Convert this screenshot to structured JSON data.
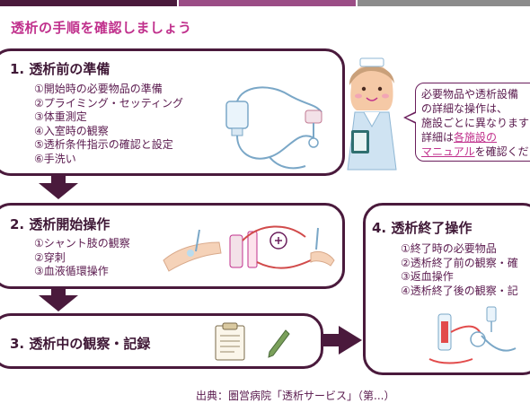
{
  "page": {
    "title": "透析の手順を確認しましょう"
  },
  "steps": [
    {
      "title": "1.  透析前の準備",
      "items": [
        "①開始時の必要物品の準備",
        "②プライミング・セッティング",
        "③体重測定",
        "④入室時の観察",
        "⑤透析条件指示の確認と設定",
        "⑥手洗い"
      ]
    },
    {
      "title": "2.  透析開始操作",
      "items": [
        "①シャント肢の観察",
        "②穿刺",
        "③血液循環操作"
      ]
    },
    {
      "title": "3.  透析中の観察・記録",
      "items": []
    },
    {
      "title": "4.  透析終了操作",
      "items": [
        "①終了時の必要物品",
        "②透析終了前の観察・確",
        "③返血操作",
        "④透析終了後の観察・記"
      ]
    }
  ],
  "callout": {
    "line1": "必要物品や透析設備",
    "line2": "の詳細な操作は、",
    "line3": "施設ごとに異なります",
    "line4_prefix": "詳細は",
    "line4_link": "各施設の",
    "line5_link": "マニュアル",
    "line5_suffix": "を確認くださ"
  },
  "footer": {
    "source": "出典：圏営病院「透析サービス」（第...）"
  },
  "colors": {
    "accent": "#c0308c",
    "dark": "#4a1a3c",
    "mid": "#9b4d86"
  }
}
